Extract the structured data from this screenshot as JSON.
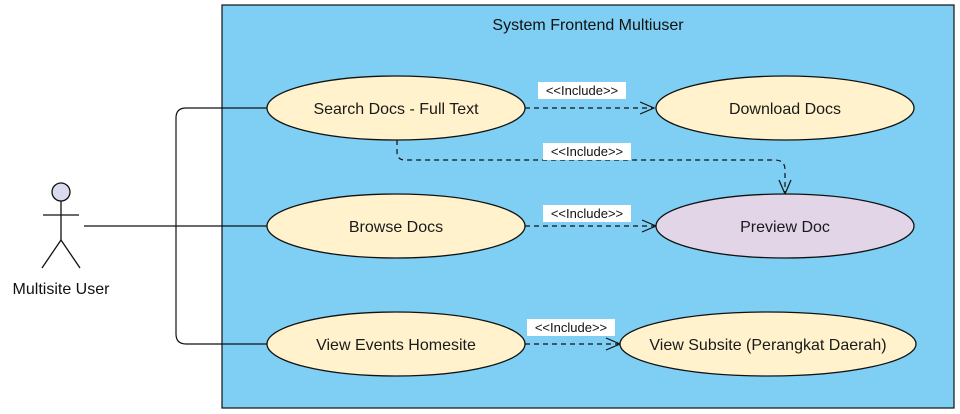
{
  "system": {
    "title": "System Frontend Multiuser",
    "fill": "#7ecff3"
  },
  "actor": {
    "label": "Multisite User",
    "head_fill": "#dadaf0"
  },
  "use_cases": {
    "search": "Search Docs - Full Text",
    "download": "Download Docs",
    "browse": "Browse Docs",
    "preview": "Preview Doc",
    "events": "View Events Homesite",
    "subsite": "View Subsite (Perangkat Daerah)"
  },
  "relations": {
    "search_download": "<<Include>>",
    "search_preview": "<<Include>>",
    "browse_preview": "<<Include>>",
    "events_subsite": "<<Include>>"
  },
  "colors": {
    "use_case_fill": "#fff2cc",
    "highlight_fill": "#e1d5e7",
    "line": "#111111"
  }
}
